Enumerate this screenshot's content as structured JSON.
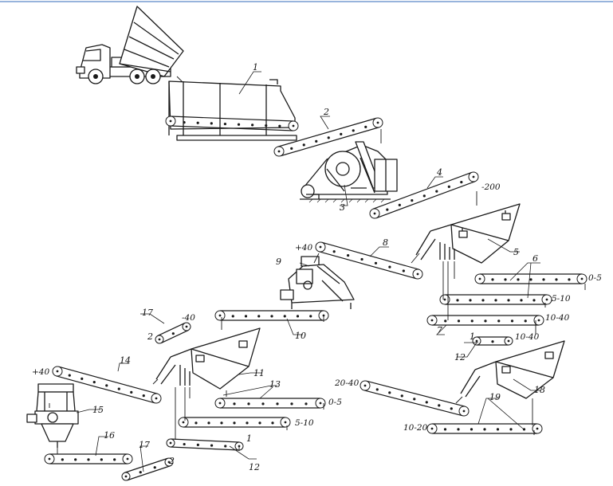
{
  "labels": {
    "receiving_feeder": "1",
    "conveyor_2": "2",
    "jaw_crusher": "3",
    "conveyor_4": "4",
    "screen_5": "5",
    "conveyors_6": "6",
    "conveyor_7": "7",
    "conveyor_8": "8",
    "cone_crusher_9": "9",
    "conveyor_10": "10",
    "screen_11": "11",
    "conveyor_12_right": "12",
    "conveyors_13": "13",
    "conveyor_14": "14",
    "crusher_15": "15",
    "conveyor_16": "16",
    "conveyor_17_top": "17",
    "screen_18": "18",
    "conveyors_19": "19",
    "conveyor_12_bottom": "12",
    "conveyor_17_bottom": "17",
    "ref_1_right": "1",
    "ref_1_bottom": "1",
    "ref_2_top": "2",
    "ref_2_bottom": "2"
  },
  "fractions": {
    "jaw_out": "-200",
    "screen5_oversize": "+40",
    "f_0_5_a": "0-5",
    "f_5_10_a": "5-10",
    "f_10_40_a": "10-40",
    "f_10_40_b": "10-40",
    "f_minus40": "-40",
    "f_plus40": "+40",
    "f_0_5_b": "0-5",
    "f_5_10_b": "5-10",
    "f_20_40": "20-40",
    "f_10_20": "10-20"
  },
  "icons": [
    "dump-truck-icon",
    "jaw-crusher-icon",
    "cone-crusher-icon",
    "vibrating-screen-icon"
  ]
}
